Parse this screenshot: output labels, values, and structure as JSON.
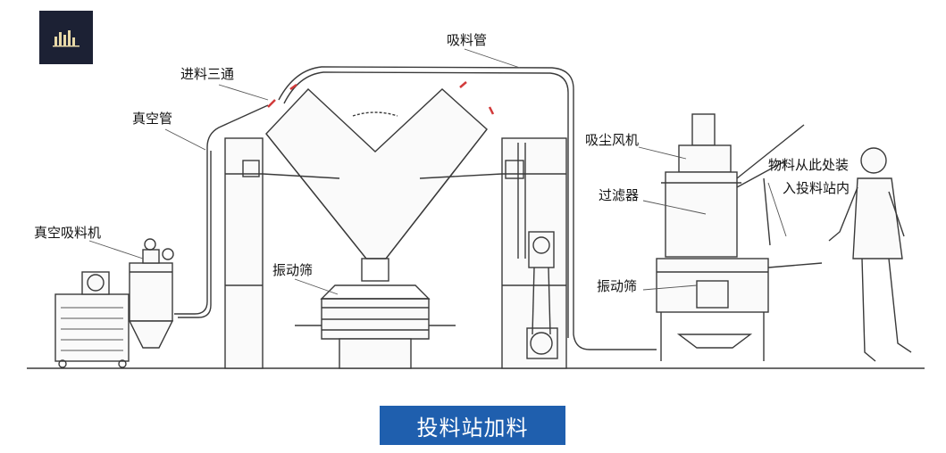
{
  "labels": {
    "suction_pipe": "吸料管",
    "feed_tee": "进料三通",
    "vacuum_pipe": "真空管",
    "vacuum_loader": "真空吸料机",
    "vibrating_screen_left": "振动筛",
    "dust_fan": "吸尘风机",
    "material_note_line1": "物料从此处装",
    "material_note_line2": "入投料站内",
    "filter": "过滤器",
    "vibrating_screen_right": "振动筛"
  },
  "caption": "投料站加料",
  "colors": {
    "caption_bg": "#1f5fae",
    "caption_text": "#ffffff",
    "logo_bg": "#1c2134",
    "accent_red": "#d23a3a"
  },
  "icons": {
    "logo": "building-logo-icon"
  }
}
